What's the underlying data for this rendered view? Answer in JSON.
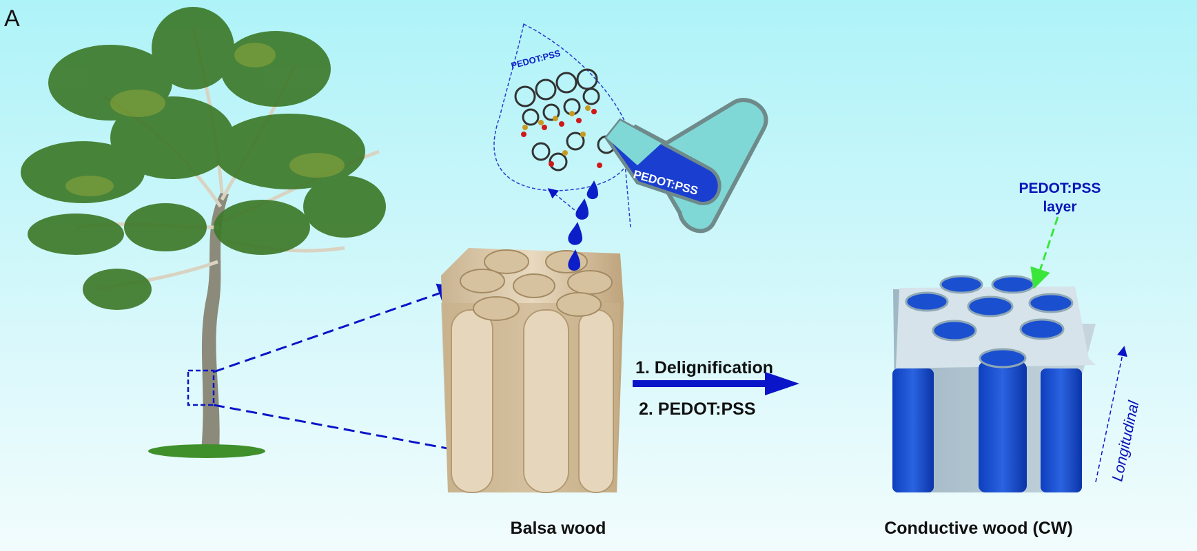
{
  "panel_label": "A",
  "molecule_label": "PEDOT:PSS",
  "flask_label": "PEDOT:PSS",
  "layer_label": [
    "PEDOT:PSS",
    "layer"
  ],
  "process_steps": [
    "1. Delignification",
    "2. PEDOT:PSS"
  ],
  "balsa_label": "Balsa wood",
  "cw_label": "Conductive wood (CW)",
  "direction_label": "Longitudinal",
  "colors": {
    "accent_blue": "#0a14c8",
    "pedot_blue": "#1a4fd0",
    "leaf_green": "#3e7a2a",
    "wood": "#e3d2b5",
    "layer_arrow": "#39e639"
  }
}
